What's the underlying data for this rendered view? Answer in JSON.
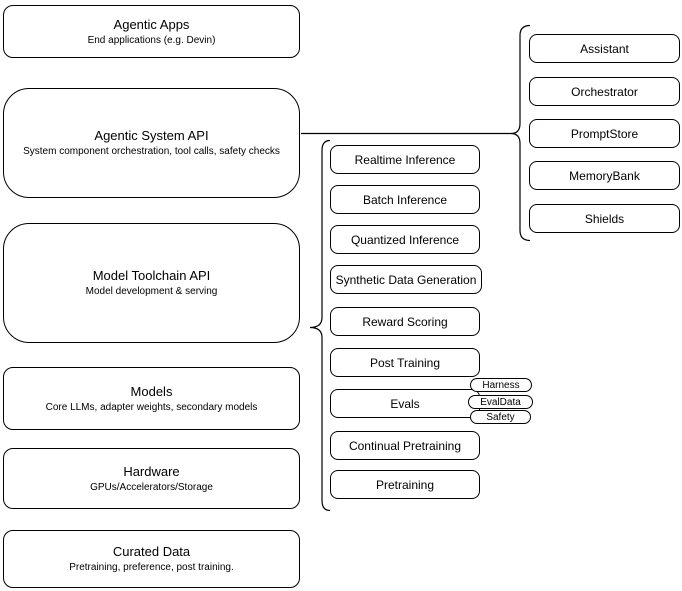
{
  "colors": {
    "background": "#ffffff",
    "stroke": "#000000",
    "text": "#000000"
  },
  "left_stack": [
    {
      "title": "Agentic Apps",
      "subtitle": "End applications (e.g. Devin)"
    },
    {
      "title": "Agentic System API",
      "subtitle": "System component orchestration, tool calls, safety checks"
    },
    {
      "title": "Model Toolchain API",
      "subtitle": "Model development & serving"
    },
    {
      "title": "Models",
      "subtitle": "Core LLMs, adapter weights, secondary models"
    },
    {
      "title": "Hardware",
      "subtitle": "GPUs/Accelerators/Storage"
    },
    {
      "title": "Curated Data",
      "subtitle": "Pretraining, preference, post training."
    }
  ],
  "toolchain_items": [
    "Realtime Inference",
    "Batch Inference",
    "Quantized Inference",
    "Synthetic Data Generation",
    "Reward Scoring",
    "Post Training",
    "Evals",
    "Continual Pretraining",
    "Pretraining"
  ],
  "evals_tags": [
    "Harness",
    "EvalData",
    "Safety"
  ],
  "system_components": [
    "Assistant",
    "Orchestrator",
    "PromptStore",
    "MemoryBank",
    "Shields"
  ]
}
